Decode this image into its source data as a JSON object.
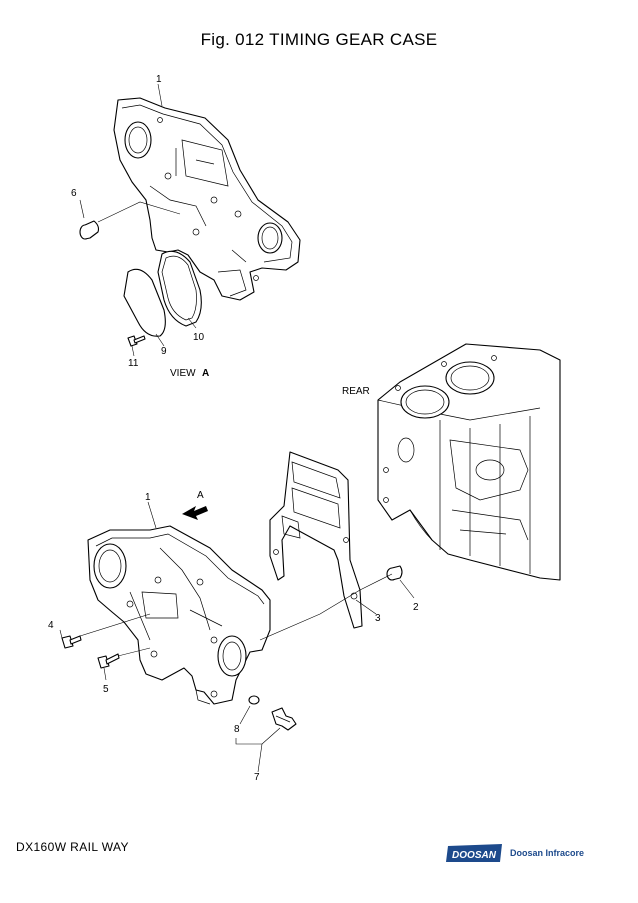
{
  "title": "Fig. 012 TIMING GEAR CASE",
  "footer": {
    "model": "DX160W RAIL WAY",
    "brand_logo": "DOOSAN",
    "brand_name": "Doosan Infracore",
    "brand_color": "#1d4a8c"
  },
  "labels": {
    "view": "VIEW",
    "view_letter": "A",
    "rear": "REAR",
    "arrow_letter": "A"
  },
  "callouts": {
    "c1_top": "1",
    "c6": "6",
    "c10": "10",
    "c9": "9",
    "c11": "11",
    "c1_bottom": "1",
    "c2": "2",
    "c3": "3",
    "c4": "4",
    "c5": "5",
    "c8": "8",
    "c7": "7"
  }
}
